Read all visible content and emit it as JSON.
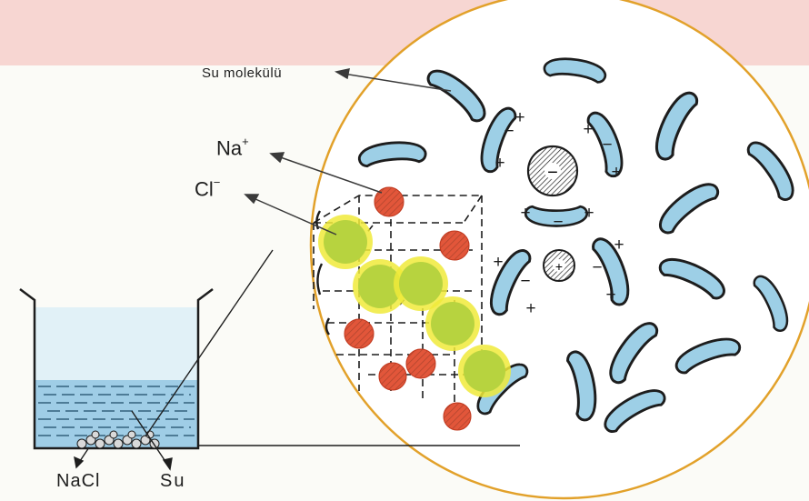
{
  "labels": {
    "water_molecule": "Su molekülü",
    "sodium_symbol": "Na",
    "sodium_charge": "+",
    "chloride_symbol": "Cl",
    "chloride_charge": "−",
    "salt": "NaCl",
    "water": "Su"
  },
  "symbols": {
    "plus": "+",
    "minus": "−"
  },
  "colors": {
    "water_molecule_fill": "#9dcfe6",
    "sodium_ion_fill": "#e2563a",
    "chloride_ion_fill": "#b7d33f",
    "chloride_glow": "#f0ea3a",
    "circle_outline": "#e2a12a",
    "beaker_water": "#9fcde6",
    "top_band": "#f5c9c6"
  }
}
